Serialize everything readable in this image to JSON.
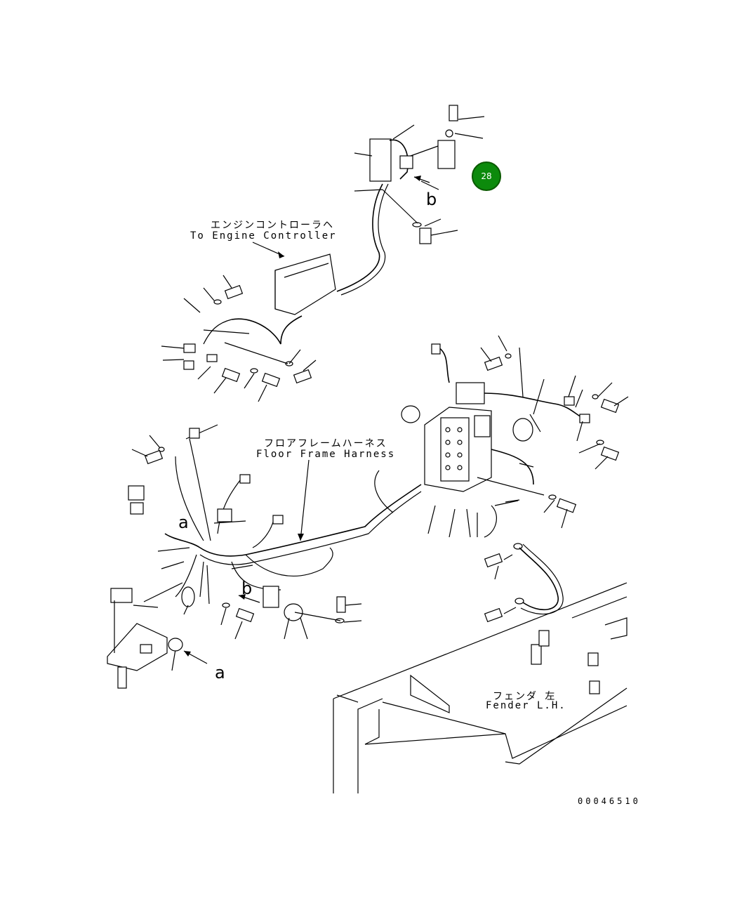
{
  "labels": {
    "engine_controller_jp": "エンジンコントローラヘ",
    "engine_controller_en": "To Engine Controller",
    "floor_harness_jp": "フロアフレームハーネス",
    "floor_harness_en": "Floor Frame Harness",
    "fender_jp": "フェンダ 左",
    "fender_en": "Fender L.H.",
    "drawing_number": "00046510"
  },
  "callouts": {
    "b_top": "b",
    "a_left": "a",
    "b_mid": "b",
    "a_bottom": "a"
  },
  "badge": {
    "number": "28",
    "color": "#0c8a0c"
  }
}
